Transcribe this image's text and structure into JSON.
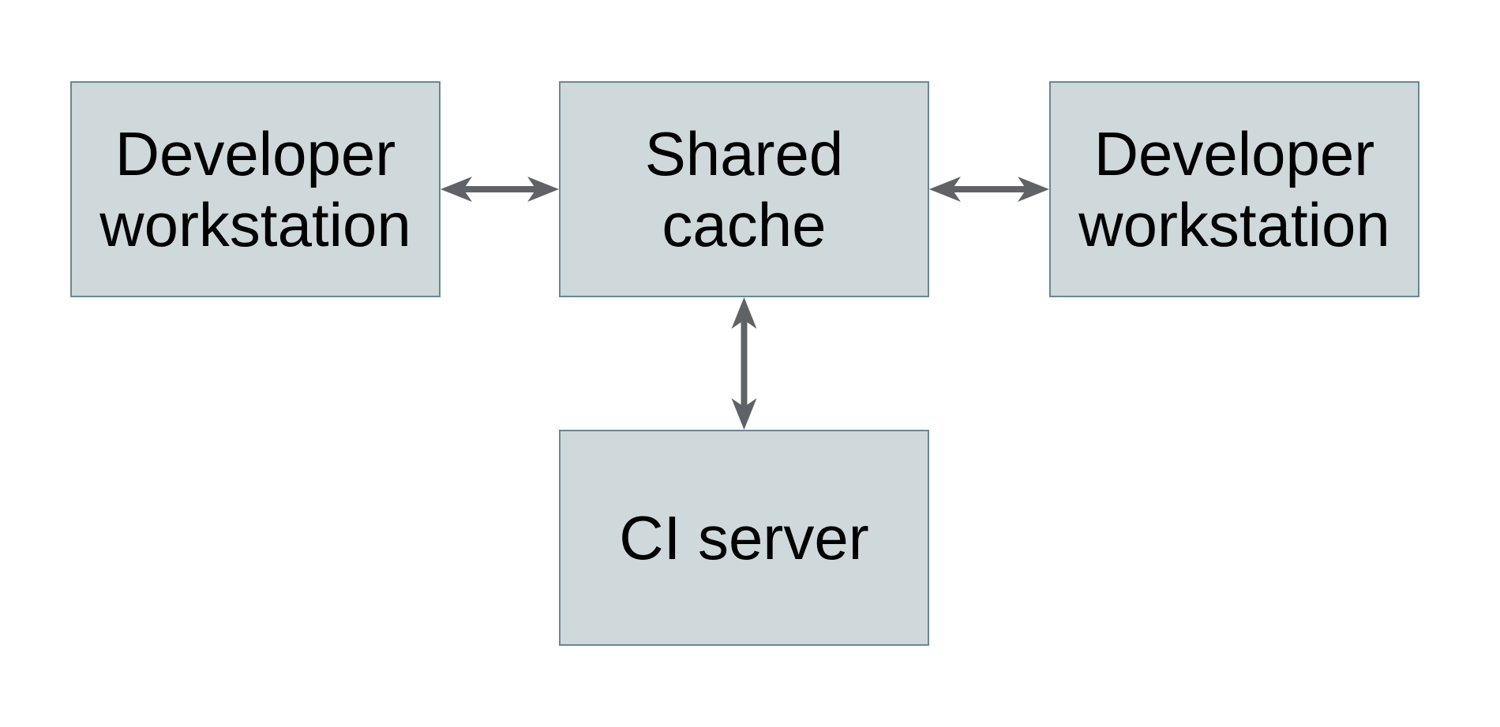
{
  "diagram": {
    "background_color": "#ffffff",
    "node_fill_color": "#cfd8da",
    "node_border_color": "#6b8793",
    "arrow_color": "#5f6368",
    "text_color": "#000000",
    "nodes": [
      {
        "id": "developer-workstation-left",
        "label": "Developer\nworkstation"
      },
      {
        "id": "shared-cache",
        "label": "Shared\ncache"
      },
      {
        "id": "developer-workstation-right",
        "label": "Developer\nworkstation"
      },
      {
        "id": "ci-server",
        "label": "CI server"
      }
    ],
    "edges": [
      {
        "from": "developer-workstation-left",
        "to": "shared-cache",
        "orientation": "horizontal",
        "bidirectional": true
      },
      {
        "from": "shared-cache",
        "to": "developer-workstation-right",
        "orientation": "horizontal",
        "bidirectional": true
      },
      {
        "from": "shared-cache",
        "to": "ci-server",
        "orientation": "vertical",
        "bidirectional": true
      }
    ]
  }
}
